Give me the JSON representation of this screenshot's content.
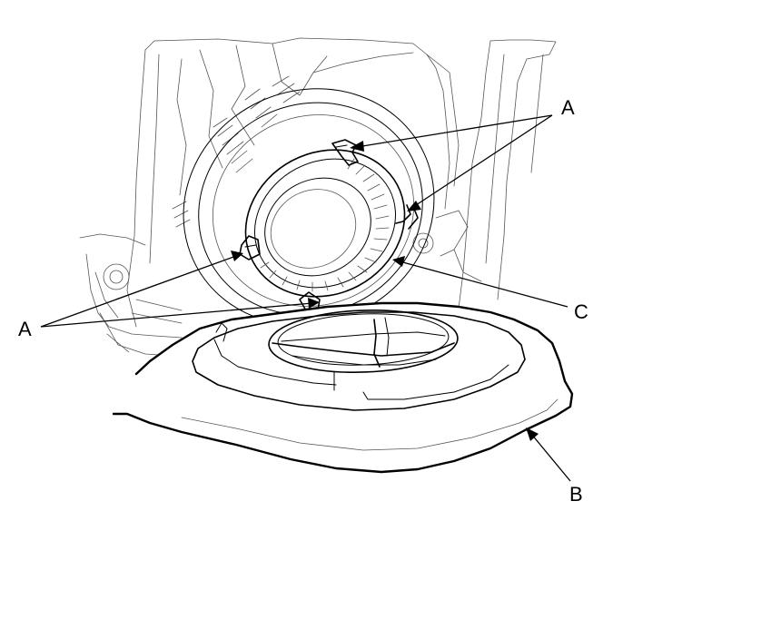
{
  "labels": {
    "A": "A",
    "B": "B",
    "C": "C"
  }
}
